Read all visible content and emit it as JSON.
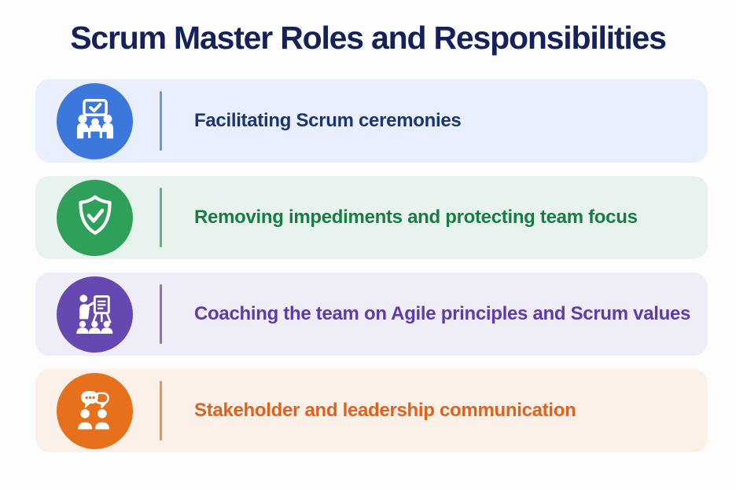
{
  "title": {
    "text": "Scrum Master Roles and Responsibilities",
    "color": "#14215c"
  },
  "items": [
    {
      "label": "Facilitating Scrum ceremonies",
      "icon": "meeting-icon",
      "accent": "#3c77dc",
      "text_color": "#1a3572",
      "bg": "#e9effc"
    },
    {
      "label": "Removing impediments and protecting team focus",
      "icon": "shield-check-icon",
      "accent": "#2fa059",
      "text_color": "#177c46",
      "bg": "#e9f3ed"
    },
    {
      "label": "Coaching the team on Agile principles and Scrum values",
      "icon": "coaching-presentation-icon",
      "accent": "#6648b0",
      "text_color": "#5d3bab",
      "bg": "#efedf8"
    },
    {
      "label": "Stakeholder and leadership communication",
      "icon": "communication-icon",
      "accent": "#e7701d",
      "text_color": "#e2611a",
      "bg": "#fbf1e8"
    }
  ]
}
